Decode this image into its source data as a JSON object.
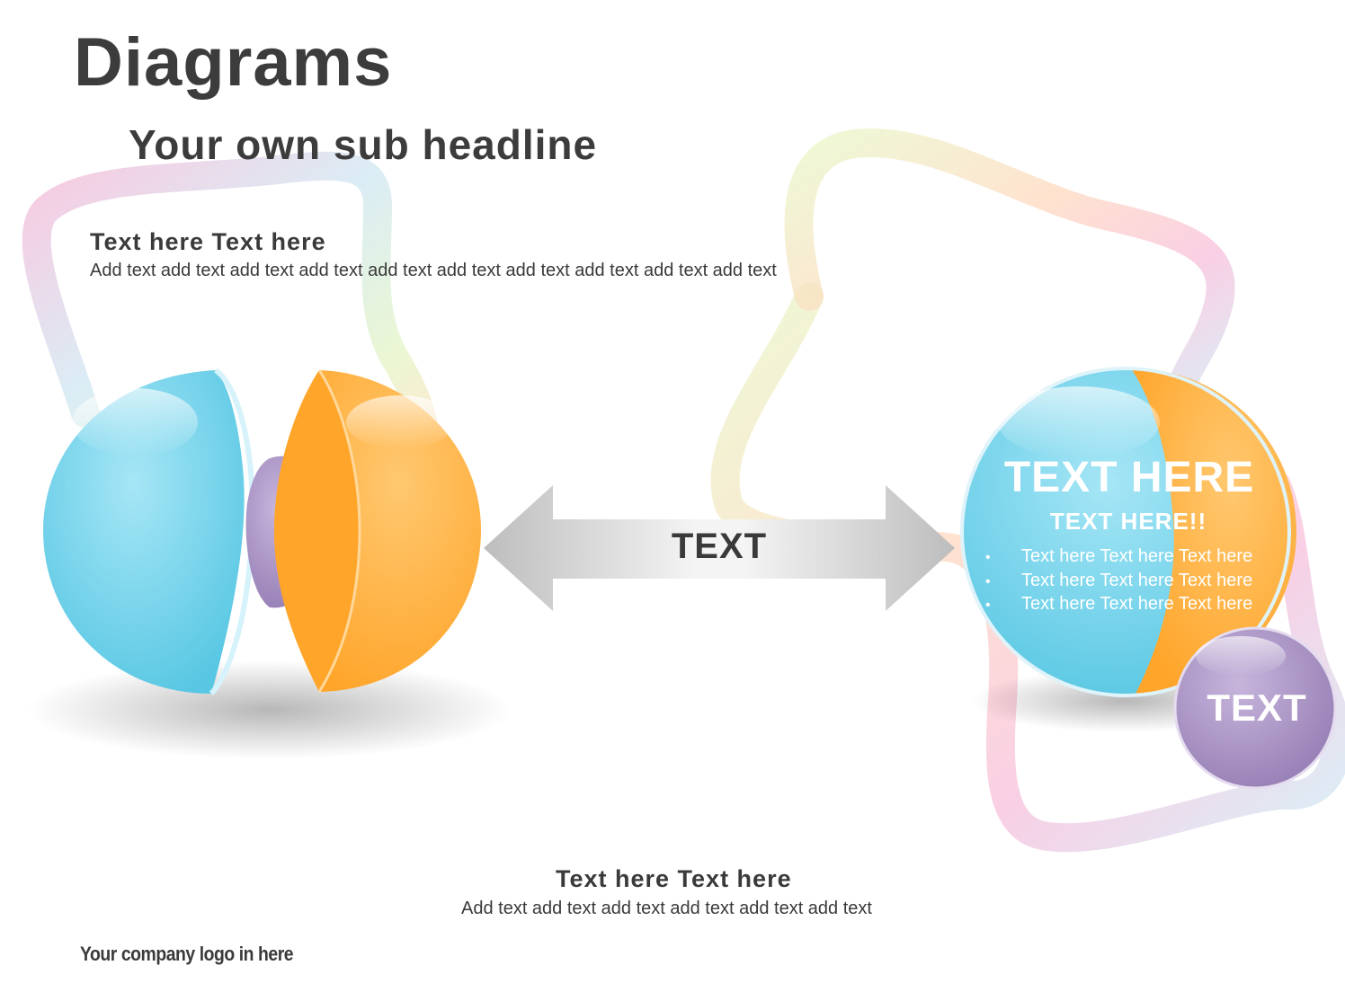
{
  "title": "Diagrams",
  "subtitle": "Your own sub headline",
  "text_block_top": {
    "heading": "Text here Text here",
    "body": "Add text add text add text add text add text add text add text add text add text add text"
  },
  "text_block_bottom": {
    "heading": "Text here Text here",
    "body": "Add text add text add text add text add text add text"
  },
  "arrow": {
    "label": "TEXT",
    "color": "#c4c4c4"
  },
  "right_sphere": {
    "title": "TEXT HERE",
    "subtitle": "TEXT HERE!!",
    "bullets": [
      "Text here Text here Text here",
      "Text here Text here Text here",
      "Text here Text here Text here"
    ],
    "bullet_glyph": "•"
  },
  "small_sphere": {
    "label": "TEXT"
  },
  "footer": {
    "logo_text": "Your company logo in here"
  },
  "colors": {
    "blue": "#6cd1ea",
    "orange": "#ffae3c",
    "purple": "#a58ebf",
    "text_dark": "#3a3a3a"
  }
}
